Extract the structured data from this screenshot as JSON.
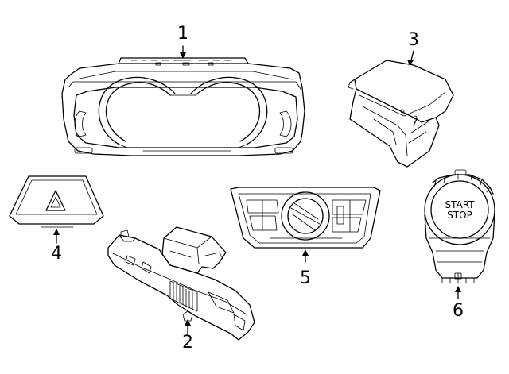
{
  "callouts": {
    "c1": "1",
    "c2": "2",
    "c3": "3",
    "c4": "4",
    "c5": "5",
    "c6": "6"
  },
  "start_button": {
    "line1": "START",
    "line2": "STOP"
  },
  "colors": {
    "line": "#000000",
    "background": "#ffffff"
  }
}
